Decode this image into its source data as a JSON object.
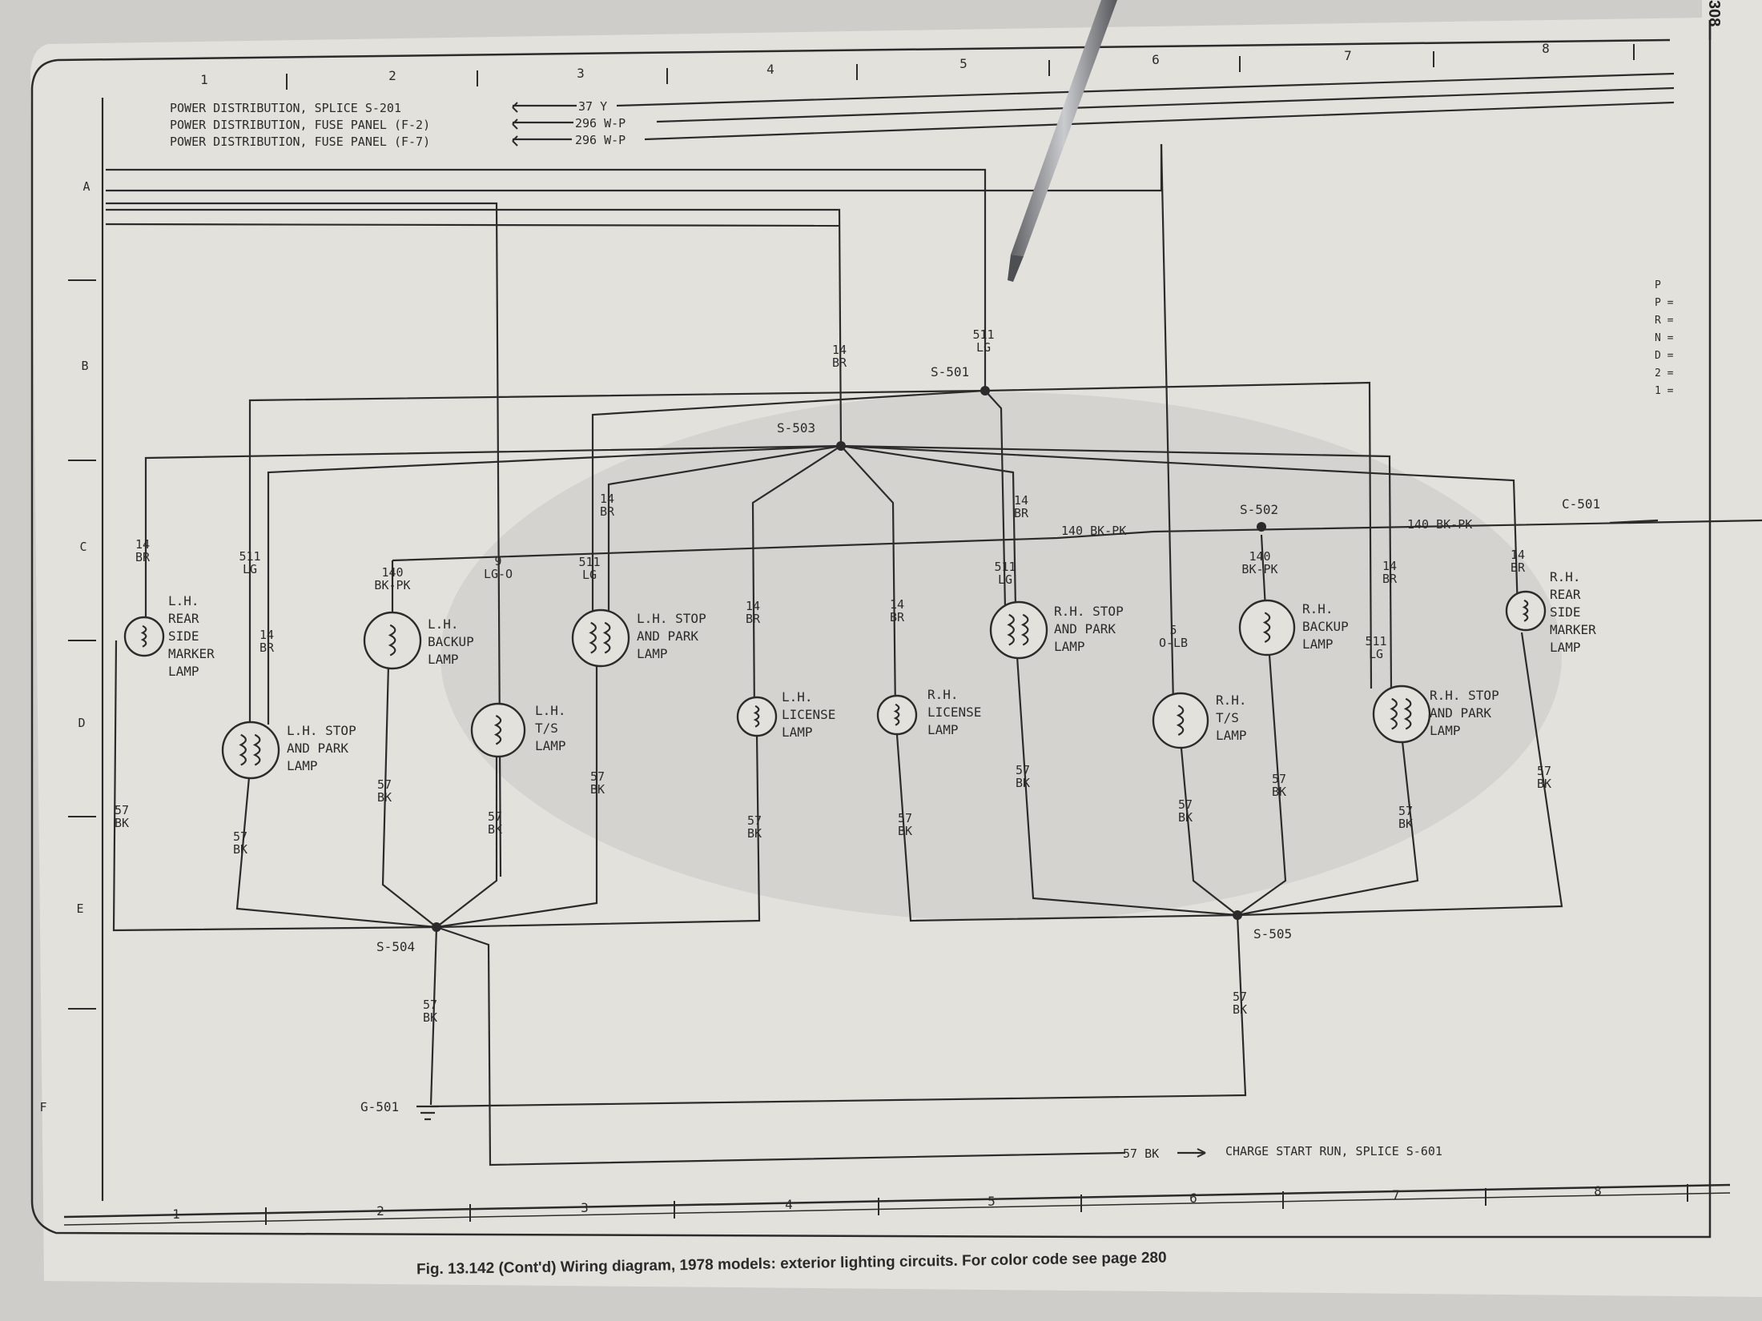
{
  "page_number": "308",
  "caption": "Fig. 13.142 (Cont'd) Wiring diagram, 1978 models: exterior lighting circuits. For color code see page 280",
  "grid": {
    "columns": [
      "1",
      "2",
      "3",
      "4",
      "5",
      "6",
      "7",
      "8"
    ],
    "rows": [
      "A",
      "B",
      "C",
      "D",
      "E",
      "F"
    ]
  },
  "power_sources": [
    {
      "label": "POWER DISTRIBUTION, SPLICE S-201",
      "wire": "37 Y"
    },
    {
      "label": "POWER DISTRIBUTION, FUSE PANEL (F-2)",
      "wire": "296 W-P"
    },
    {
      "label": "POWER DISTRIBUTION, FUSE PANEL (F-7)",
      "wire": "296 W-P"
    }
  ],
  "gear_indicator": [
    "P",
    "P =",
    "R =",
    "N =",
    "D =",
    "2 =",
    "1 ="
  ],
  "splices": {
    "s501": "S-501",
    "s502": "S-502",
    "s503": "S-503",
    "s504": "S-504",
    "s505": "S-505",
    "g501": "G-501",
    "c501": "C-501"
  },
  "bus_labels": {
    "bk_pk_left": "140 BK-PK",
    "bk_pk_right": "140 BK-PK",
    "ground_out": "57 BK",
    "ground_dest": "CHARGE START RUN, SPLICE S-601"
  },
  "wire_labels": {
    "w14br_s503": [
      "14",
      "BR"
    ],
    "w511lg_s501": [
      "511",
      "LG"
    ],
    "lh_side_top": [
      "14",
      "BR"
    ],
    "lh_stop_511": [
      "511",
      "LG"
    ],
    "lh_stop_14": [
      "14",
      "BR"
    ],
    "lh_backup_top": [
      "140",
      "BK-PK"
    ],
    "lh_ts_top": [
      "9",
      "LG-O"
    ],
    "lh_sp2_511": [
      "511",
      "LG"
    ],
    "lh_sp2_14": [
      "14",
      "BR"
    ],
    "lh_lic_top": [
      "14",
      "BR"
    ],
    "rh_lic_top": [
      "14",
      "BR"
    ],
    "rh_sp1_14": [
      "14",
      "BR"
    ],
    "rh_sp1_511": [
      "511",
      "LG"
    ],
    "rh_backup_top": [
      "140",
      "BK-PK"
    ],
    "rh_ts_top": [
      "5",
      "O-LB"
    ],
    "rh_sp2_14": [
      "14",
      "BR"
    ],
    "rh_sp2_511": [
      "511",
      "LG"
    ],
    "rh_side_top": [
      "14",
      "BR"
    ],
    "lh_side_bot": [
      "57",
      "BK"
    ],
    "lh_stop_bot": [
      "57",
      "BK"
    ],
    "lh_backup_bot": [
      "57",
      "BK"
    ],
    "lh_ts_bot": [
      "57",
      "BK"
    ],
    "lh_sp2_bot": [
      "57",
      "BK"
    ],
    "lh_lic_bot": [
      "57",
      "BK"
    ],
    "rh_lic_bot": [
      "57",
      "BK"
    ],
    "rh_sp1_bot": [
      "57",
      "BK"
    ],
    "rh_ts_bot": [
      "57",
      "BK"
    ],
    "rh_backup_bot": [
      "57",
      "BK"
    ],
    "rh_sp2_bot": [
      "57",
      "BK"
    ],
    "rh_side_bot": [
      "57",
      "BK"
    ],
    "s504_down": [
      "57",
      "BK"
    ],
    "s505_down": [
      "57",
      "BK"
    ]
  },
  "lamps": {
    "lh_side_marker": [
      "L.H.",
      "REAR",
      "SIDE",
      "MARKER",
      "LAMP"
    ],
    "lh_stop_park": [
      "L.H. STOP",
      "AND  PARK",
      "LAMP"
    ],
    "lh_backup": [
      "L.H.",
      "BACKUP",
      "LAMP"
    ],
    "lh_ts": [
      "L.H.",
      "T/S",
      "LAMP"
    ],
    "lh_stop_park_2": [
      "L.H. STOP",
      "AND  PARK",
      "LAMP"
    ],
    "lh_license": [
      "L.H.",
      "LICENSE",
      "LAMP"
    ],
    "rh_license": [
      "R.H.",
      "LICENSE",
      "LAMP"
    ],
    "rh_stop_park": [
      "R.H. STOP",
      "AND  PARK",
      "LAMP"
    ],
    "rh_ts": [
      "R.H.",
      "T/S",
      "LAMP"
    ],
    "rh_backup": [
      "R.H.",
      "BACKUP",
      "LAMP"
    ],
    "rh_stop_park_2": [
      "R.H. STOP",
      "AND  PARK",
      "LAMP"
    ],
    "rh_side_marker": [
      "R.H.",
      "REAR",
      "SIDE",
      "MARKER",
      "LAMP"
    ]
  },
  "colors": {
    "paper": "#e4e2de",
    "ink": "#2b2b2b",
    "background": "#cfcdc9",
    "screwdriver_shaft": "#8a8c90"
  }
}
